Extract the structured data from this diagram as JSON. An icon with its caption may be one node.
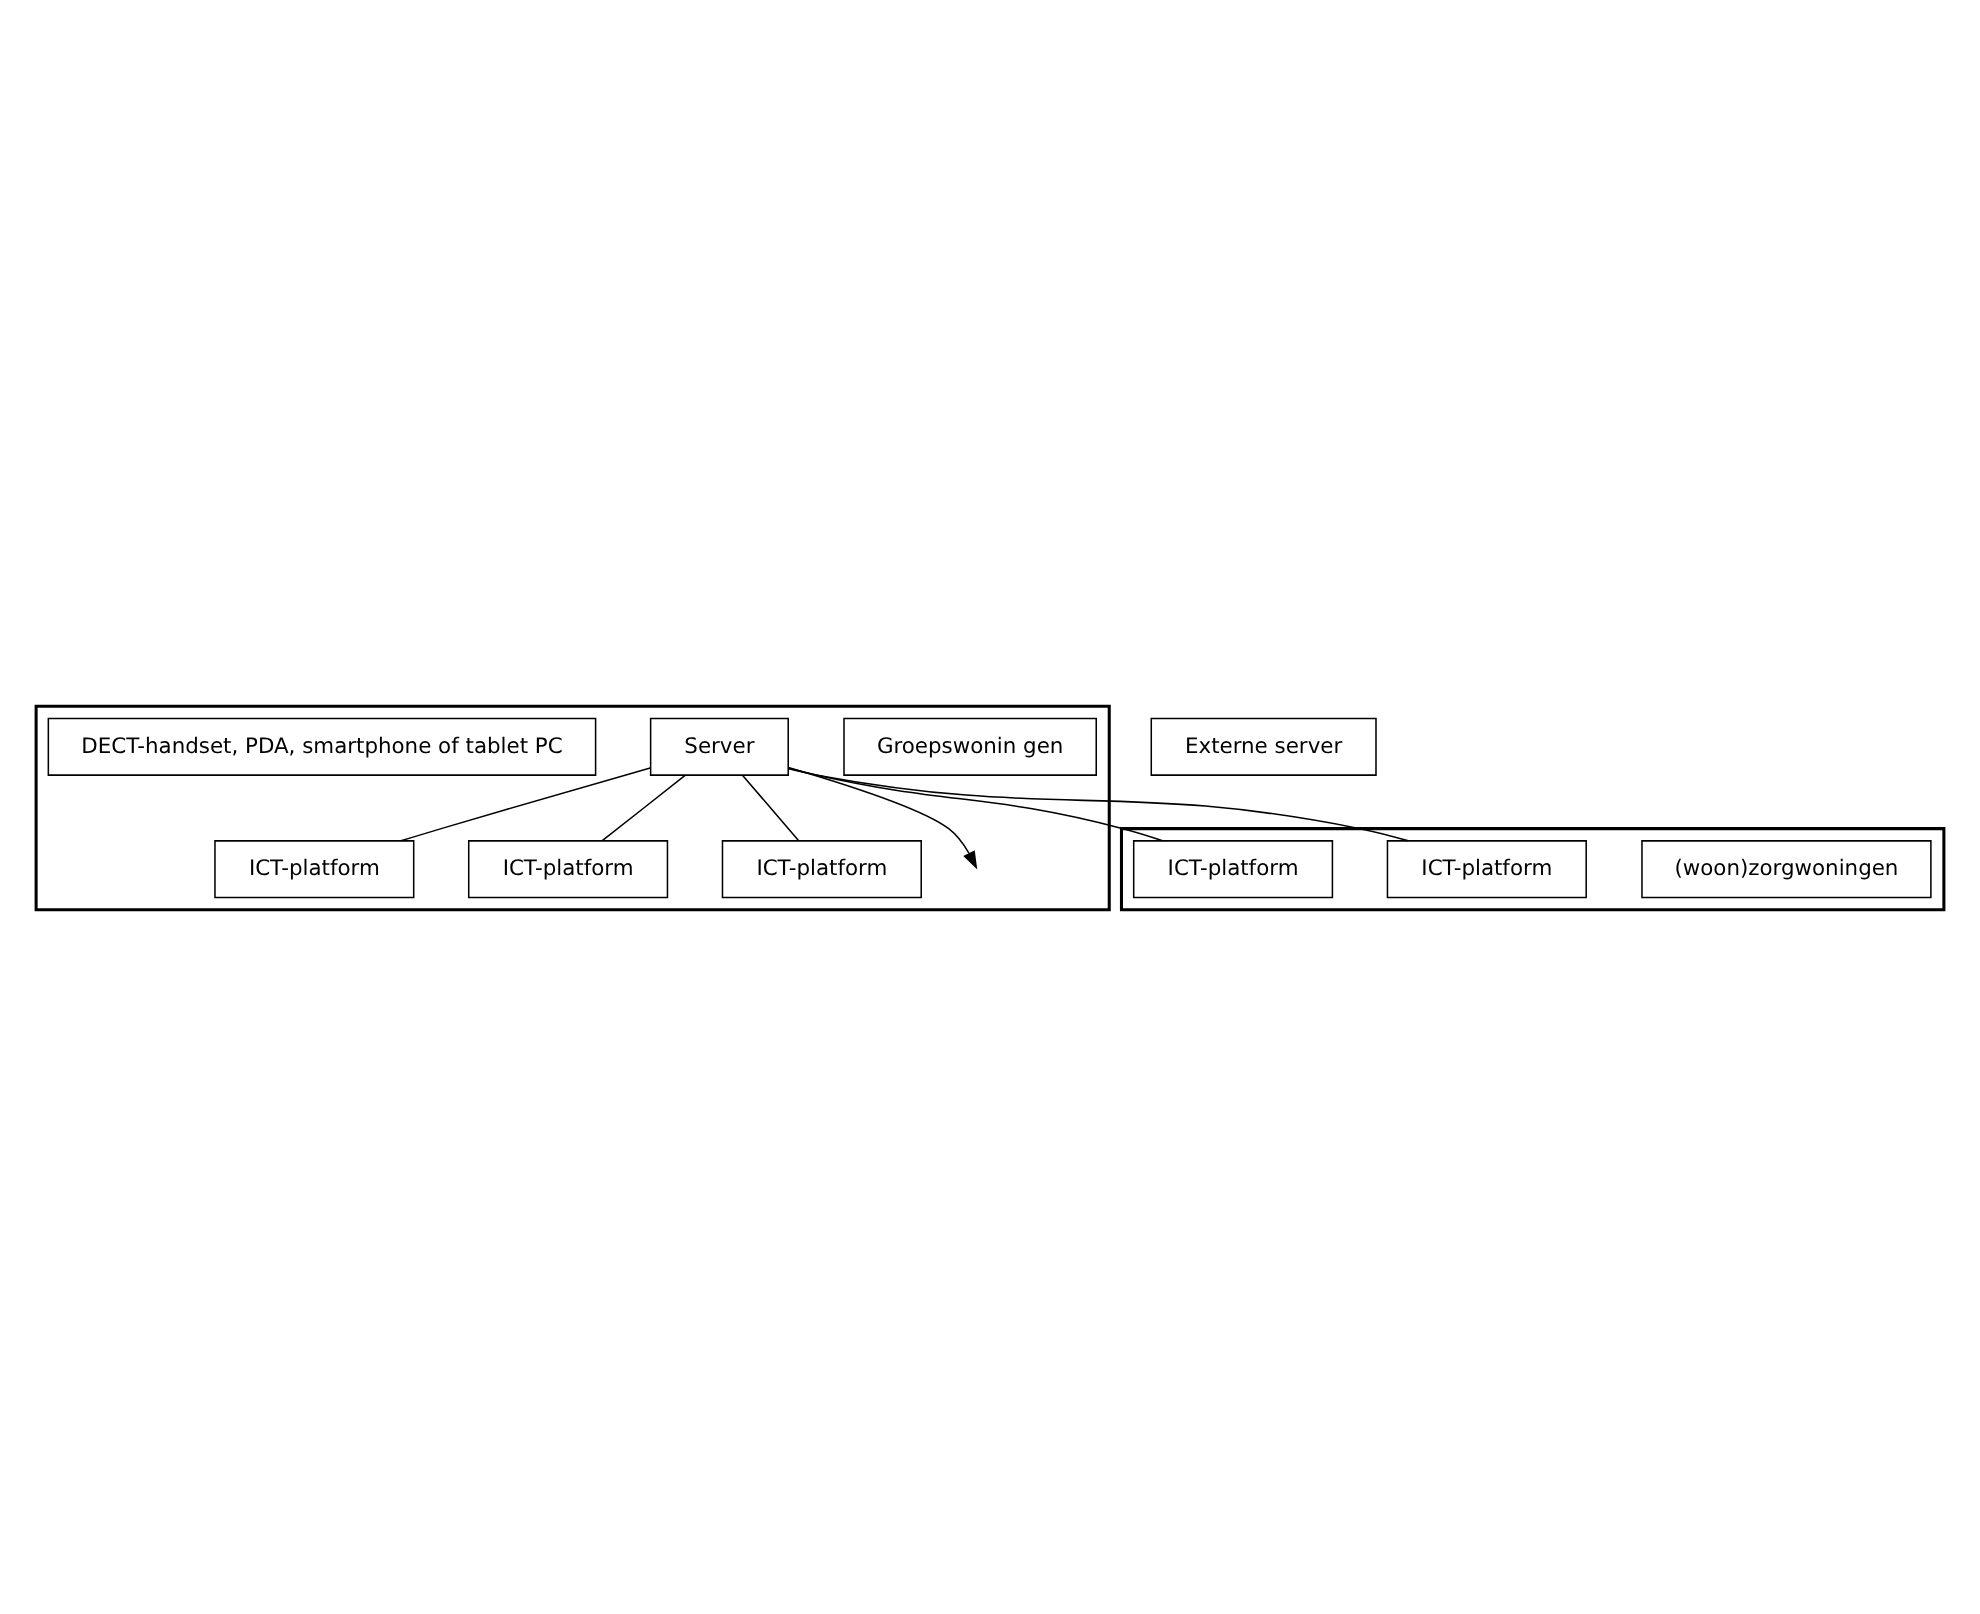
{
  "diagram": {
    "nodes": [
      {
        "text": [],
        "shape": "box"
      },
      {
        "text": [],
        "shape": "box"
      },
      {
        "text": [
          "Groepswonin gen"
        ],
        "in": 0
      },
      {
        "text": [
          "(woon)zorgwoningen"
        ],
        "in": 1
      },
      {
        "text": [
          "ICT-platform"
        ],
        "in": 0
      },
      {
        "text": [
          "ICT-platform"
        ],
        "in": 0
      },
      {
        "text": [
          "Server"
        ],
        "in": 0
      },
      {
        "text": [
          "ICT-platform"
        ],
        "in": 1
      },
      {
        "text": [
          "ICT-platform"
        ],
        "in": 0
      },
      {
        "text": [
          "ICT-platform"
        ],
        "in": 1
      },
      {
        "text": [
          "DECT-handset, PDA, smartphone of tablet PC"
        ],
        "in": 0
      },
      {
        "text": [
          "Externe server"
        ]
      }
    ],
    "edges": [
      {
        "from": 6,
        "to": 4,
        "arrow": "none"
      },
      {
        "from": 6,
        "to": 5,
        "arrow": "none"
      },
      {
        "from": 6,
        "to": 8,
        "arrow": "none"
      },
      {
        "from": 6,
        "to": 7,
        "arrow": "none"
      },
      {
        "from": 6,
        "to": 9,
        "arrow": "none"
      },
      {
        "from": 6,
        "to": null,
        "arrow": "to"
      }
    ]
  }
}
